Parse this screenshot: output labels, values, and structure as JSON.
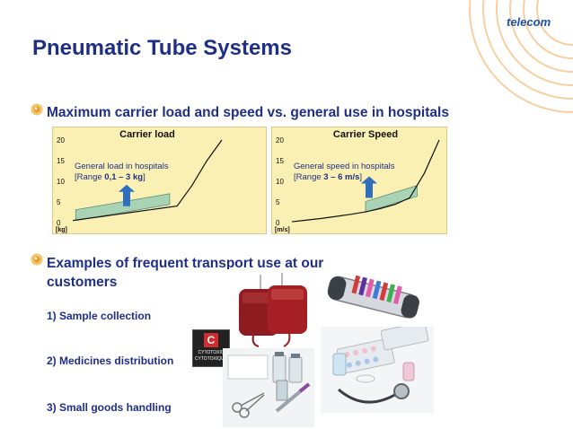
{
  "brand": {
    "logo_text": "telecom"
  },
  "slide": {
    "title": "Pneumatic Tube Systems",
    "bullet1": "Maximum carrier load and speed vs. general use in hospitals",
    "bullet2_line1": "Examples of frequent transport use at our",
    "bullet2_line2": "customers",
    "items": [
      "1) Sample collection",
      "2) Medicines distribution",
      "3) Small goods handling"
    ],
    "badge": {
      "letter": "C",
      "line1": "CYTOTOXIC",
      "line2": "CYTOTOXIQUE"
    }
  },
  "colors": {
    "title": "#1f2f86",
    "chart_bg": "#fbf0b4",
    "range_band": "#a9d3b5",
    "arrow": "#2f6fbf",
    "accent_rings": "#f6c48a"
  },
  "chart_data": [
    {
      "type": "line",
      "title": "Carrier load",
      "unit_label": "[kg]",
      "yticks": [
        0,
        5,
        10,
        15,
        20
      ],
      "ylim": [
        0,
        20
      ],
      "x": [
        0,
        1,
        2,
        3,
        4,
        5,
        6,
        7,
        8,
        9,
        10
      ],
      "values": [
        0.5,
        1.0,
        1.5,
        2.0,
        2.5,
        3.0,
        3.5,
        4.0,
        9.0,
        15.0,
        20.0
      ],
      "note_line1": "General load in hospitals",
      "note_line2_prefix": "[Range ",
      "note_line2_value": "0,1 – 3 kg",
      "note_line2_suffix": "]",
      "band": {
        "x_start": 0.2,
        "x_end": 6.5,
        "y_start": 0.5,
        "y_end": 3.5
      }
    },
    {
      "type": "line",
      "title": "Carrier Speed",
      "unit_label": "[m/s]",
      "yticks": [
        0,
        5,
        10,
        15,
        20
      ],
      "ylim": [
        0,
        20
      ],
      "x": [
        0,
        1,
        2,
        3,
        4,
        5,
        6,
        7,
        8,
        9,
        10
      ],
      "values": [
        0.2,
        0.6,
        1.0,
        1.5,
        2.0,
        2.6,
        3.4,
        4.4,
        6.0,
        12.0,
        20.0
      ],
      "note_line1": "General speed in hospitals",
      "note_line2_prefix": "[Range ",
      "note_line2_value": "3 – 6 m/s",
      "note_line2_suffix": "]",
      "band": {
        "x_start": 5.0,
        "x_end": 8.5,
        "y_start": 2.5,
        "y_end": 5.5
      }
    }
  ]
}
